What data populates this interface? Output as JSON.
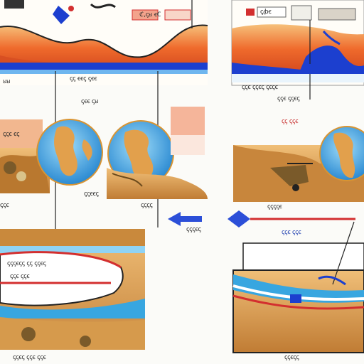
{
  "colors": {
    "ocean": "#38a6e0",
    "land": "#e5a454",
    "heat": "#ef6a2c",
    "deep_blue": "#1c3fcf",
    "outline": "#222222",
    "arrow": "#2c4fd8",
    "accent_red": "#d32f2f"
  },
  "labels": {
    "top_left_1": "ℭ‚ꞔꞟ ꞓꞒ",
    "top_right_1": "ꞔꞗꞓ",
    "mid_left_1": "ꞟꞟ",
    "mid_center_1": "ꞔꞔ ꞓꞓꞔ ꞔꞓꞓ",
    "mid_center_2": "ꞔꞓꞓ ꞔꞟ",
    "mid_right_1": "ꞔꞔꞓ ꞔꞔꞓꞔ ꞔꞓꞔꞓ",
    "mid_right_2": "ꞔꞔꞓ ꞔꞔꞓꞔ",
    "mid_right_3": "ꞔꞔ ꞔꞔꞓ",
    "globe_left": "ꞔꞔꞓ ꞓꞔ",
    "band_center_1": "ꞔꞔꞓꞓꞔ",
    "band_center_2": "ꞔꞔꞔꞔ",
    "band_left": "ꞔꞔꞓ",
    "arrow_label": "ꞔꞔꞔꞓꞔ",
    "right_band_1": "ꞔꞔꞔꞔꞓ",
    "right_band_2": "ꞔꞔꞓ ꞔꞔꞓ",
    "lower_left_1": "ꞔꞔꞔꞓꞔꞔ ꞔꞔ ꞔꞔꞓꞔ",
    "lower_left_2": "ꞔꞔꞓ ꞔꞔꞓ",
    "footer_left": "ꞔꞔꞓꞔ ꞔꞔꞓ ꞔꞔꞓ",
    "footer_right": "ꞔꞔꞓꞔꞔ"
  }
}
